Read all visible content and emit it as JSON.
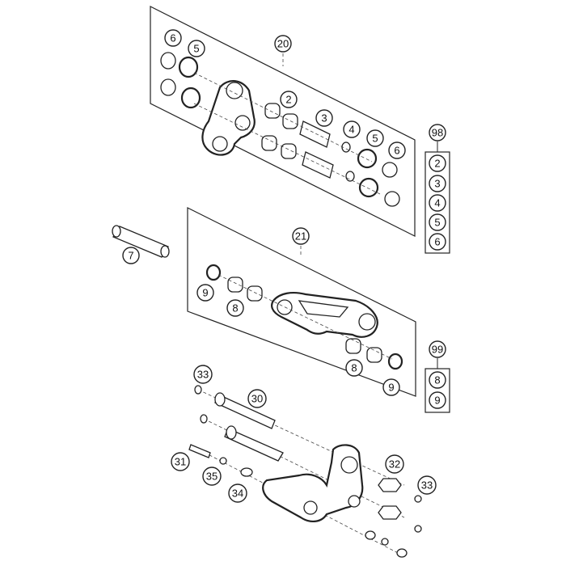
{
  "diagram": {
    "assembly_callouts": {
      "upper": "20",
      "middle": "21"
    },
    "parts": {
      "upper": [
        "6",
        "5",
        "6",
        "5",
        "2",
        "3",
        "4",
        "5",
        "6"
      ],
      "middle": [
        "9",
        "8",
        "8",
        "9"
      ],
      "pin": "7",
      "lower": [
        "33",
        "30",
        "31",
        "35",
        "34",
        "32",
        "33"
      ]
    },
    "kits": [
      {
        "label": "98",
        "items": [
          "2",
          "3",
          "4",
          "5",
          "6"
        ]
      },
      {
        "label": "99",
        "items": [
          "8",
          "9"
        ]
      }
    ],
    "colors": {
      "line": "#222222",
      "background": "#ffffff"
    }
  }
}
